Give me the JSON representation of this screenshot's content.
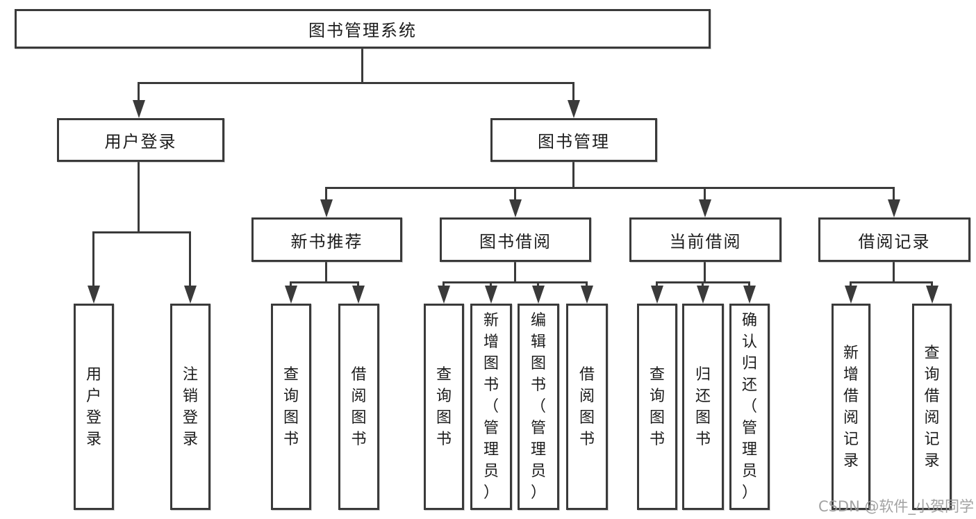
{
  "colors": {
    "line": "#3a3a3a",
    "box_border": "#3a3a3a",
    "text": "#1c1c1c",
    "background": "#ffffff",
    "watermark": "#989898"
  },
  "nodes": {
    "root": {
      "label": "图书管理系统"
    },
    "user_login": {
      "label": "用户登录"
    },
    "book_management": {
      "label": "图书管理"
    },
    "new_book_recommend": {
      "label": "新书推荐"
    },
    "book_borrow": {
      "label": "图书借阅"
    },
    "current_borrow": {
      "label": "当前借阅"
    },
    "borrow_records": {
      "label": "借阅记录"
    },
    "leaf_user_login": {
      "label": "用户登录"
    },
    "leaf_logout": {
      "label": "注销登录"
    },
    "leaf_rec_query": {
      "label": "查询图书"
    },
    "leaf_rec_borrow": {
      "label": "借阅图书"
    },
    "leaf_bb_query": {
      "label": "查询图书"
    },
    "leaf_bb_add": {
      "label": "新增图书（管理员）"
    },
    "leaf_bb_edit": {
      "label": "编辑图书（管理员）"
    },
    "leaf_bb_borrow": {
      "label": "借阅图书"
    },
    "leaf_cb_query": {
      "label": "查询图书"
    },
    "leaf_cb_return": {
      "label": "归还图书"
    },
    "leaf_cb_confirm": {
      "label": "确认归还（管理员）"
    },
    "leaf_br_add": {
      "label": "新增借阅记录"
    },
    "leaf_br_query": {
      "label": "查询借阅记录"
    }
  },
  "hierarchy": {
    "label": "图书管理系统",
    "children": [
      {
        "label": "用户登录",
        "children": [
          {
            "label": "用户登录"
          },
          {
            "label": "注销登录"
          }
        ]
      },
      {
        "label": "图书管理",
        "children": [
          {
            "label": "新书推荐",
            "children": [
              {
                "label": "查询图书"
              },
              {
                "label": "借阅图书"
              }
            ]
          },
          {
            "label": "图书借阅",
            "children": [
              {
                "label": "查询图书"
              },
              {
                "label": "新增图书（管理员）"
              },
              {
                "label": "编辑图书（管理员）"
              },
              {
                "label": "借阅图书"
              }
            ]
          },
          {
            "label": "当前借阅",
            "children": [
              {
                "label": "查询图书"
              },
              {
                "label": "归还图书"
              },
              {
                "label": "确认归还（管理员）"
              }
            ]
          },
          {
            "label": "借阅记录",
            "children": [
              {
                "label": "新增借阅记录"
              },
              {
                "label": "查询借阅记录"
              }
            ]
          }
        ]
      }
    ]
  },
  "watermark": {
    "text": "CSDN @软件_小贺同学"
  }
}
